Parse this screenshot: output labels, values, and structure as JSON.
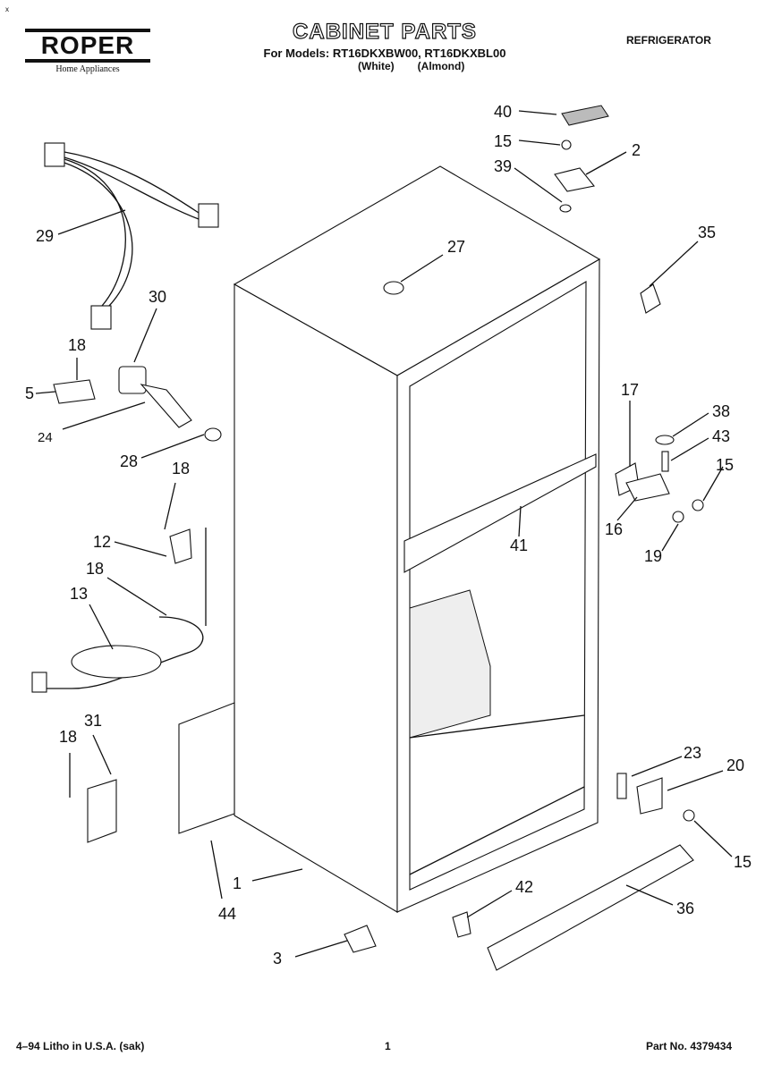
{
  "header": {
    "brand": "ROPER",
    "brand_tagline": "Home Appliances",
    "title": "CABINET PARTS",
    "models_line": "For Models: RT16DKXBW00, RT16DKXBL00",
    "variants": [
      "(White)",
      "(Almond)"
    ],
    "category": "REFRIGERATOR"
  },
  "footer": {
    "print_info": "4–94 Litho in U.S.A. (sak)",
    "page_number": "1",
    "part_number": "Part No. 4379434"
  },
  "callouts": [
    "40",
    "15",
    "2",
    "39",
    "35",
    "27",
    "29",
    "30",
    "18",
    "5",
    "24",
    "28",
    "18",
    "12",
    "18",
    "13",
    "31",
    "18",
    "1",
    "44",
    "3",
    "17",
    "38",
    "43",
    "15",
    "16",
    "19",
    "41",
    "23",
    "20",
    "15",
    "42",
    "36"
  ],
  "icons": [
    "refrigerator-cabinet",
    "wiring-harness",
    "power-cord",
    "hinge",
    "screw",
    "grille"
  ]
}
